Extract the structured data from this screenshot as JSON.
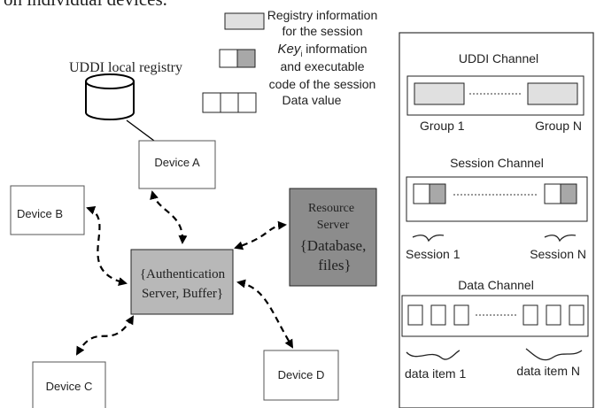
{
  "top_text": "on individual devices.",
  "registry": {
    "label": "UDDI local registry"
  },
  "legend": {
    "line1": "Registry information",
    "line2": "for the session",
    "line3_key": "Key",
    "line3_sub": "i",
    "line3_rest": " information",
    "line4": "and executable",
    "line5": "code of the session",
    "line6": "Data value"
  },
  "devices": {
    "a": "Device A",
    "b": "Device B",
    "c": "Device C",
    "d": "Device D"
  },
  "auth": {
    "line1": "{Authentication",
    "line2": "Server, Buffer}"
  },
  "resource": {
    "line1": "Resource",
    "line2": "Server",
    "line3": "{Database,",
    "line4": "files}"
  },
  "channels": {
    "uddi": {
      "title": "UDDI Channel",
      "left": "Group 1",
      "right": "Group N"
    },
    "session": {
      "title": "Session Channel",
      "left": "Session 1",
      "right": "Session N"
    },
    "data": {
      "title": "Data Channel",
      "left": "data item 1",
      "right": "data item N"
    }
  },
  "colors": {
    "registry_fill": "#e0e0e0",
    "auth_fill": "#b8b8b8",
    "resource_fill": "#8c8c8c",
    "key_fill": "#a8a8a8"
  }
}
